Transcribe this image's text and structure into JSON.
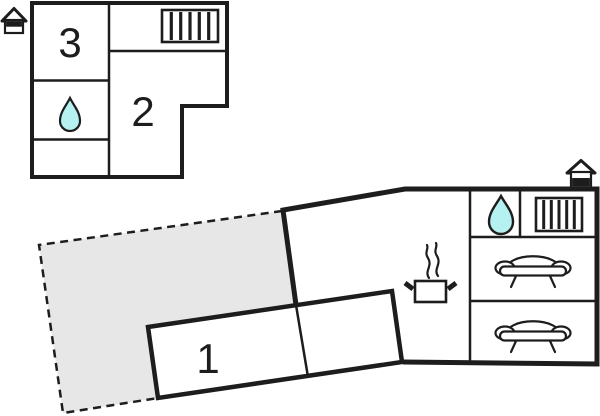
{
  "colors": {
    "wall": "#1d1d1d",
    "water_drop_fill": "#b5f1f1",
    "terrace_fill": "#e7e7e7",
    "room_fill": "#ffffff"
  },
  "upper_plan": {
    "rooms": {
      "room3_label": "3",
      "room2_label": "2"
    },
    "icons": [
      "house-icon",
      "radiator-icon",
      "water-drop-icon"
    ]
  },
  "lower_plan": {
    "rooms": {
      "room1_label": "1"
    },
    "icons": [
      "house-icon",
      "water-drop-icon",
      "radiator-icon",
      "sofa-icon",
      "sofa-icon",
      "cooking-pot-icon"
    ]
  }
}
